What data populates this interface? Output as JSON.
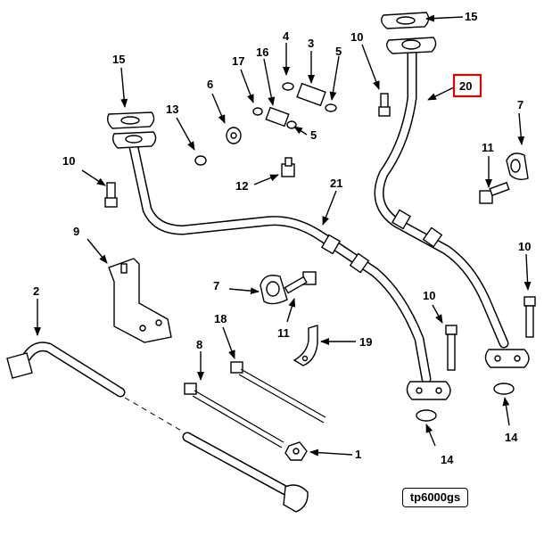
{
  "callouts": {
    "c1": "1",
    "c2": "2",
    "c3": "3",
    "c4": "4",
    "c5a": "5",
    "c5b": "5",
    "c6": "6",
    "c7a": "7",
    "c7b": "7",
    "c8": "8",
    "c9": "9",
    "c10a": "10",
    "c10b": "10",
    "c10c": "10",
    "c10d": "10",
    "c11a": "11",
    "c11b": "11",
    "c12": "12",
    "c13": "13",
    "c14a": "14",
    "c14b": "14",
    "c15a": "15",
    "c15b": "15",
    "c16": "16",
    "c17": "17",
    "c18": "18",
    "c19": "19",
    "c20": "20",
    "c21": "21"
  },
  "highlight": {
    "callout": "20",
    "color": "#e00000"
  },
  "drawing_id": "tp6000gs"
}
